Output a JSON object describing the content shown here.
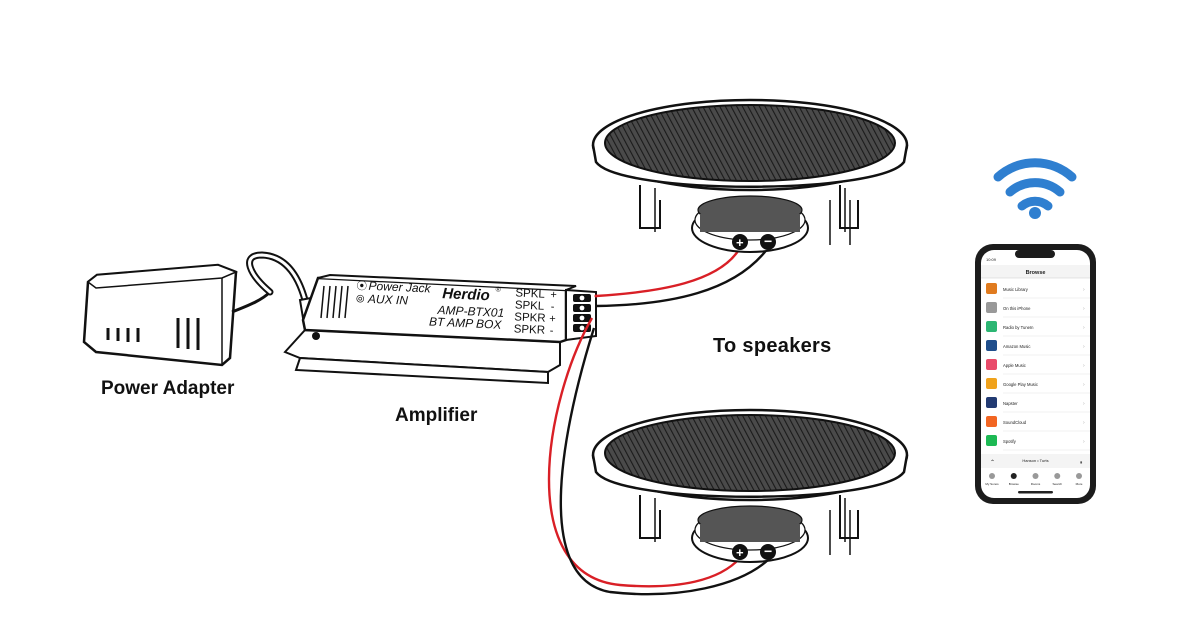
{
  "labels": {
    "power_adapter": "Power Adapter",
    "amplifier": "Amplifier",
    "to_speakers": "To  speakers"
  },
  "amplifier": {
    "brand": "Herdio",
    "power_jack": "Power Jack",
    "aux_in": "AUX IN",
    "model": "AMP-BTX01",
    "box": "BT AMP BOX",
    "ports": [
      {
        "name": "SPKL",
        "sign": "+"
      },
      {
        "name": "SPKL",
        "sign": "-"
      },
      {
        "name": "SPKR",
        "sign": "+"
      },
      {
        "name": "SPKR",
        "sign": "-"
      }
    ]
  },
  "phone": {
    "header": "Browse",
    "items": [
      "Music Library",
      "On this iPhone",
      "Radio by TuneIn",
      "Amazon Music",
      "Apple Music",
      "Google Play Music",
      "Napster",
      "SoundCloud",
      "Spotify"
    ],
    "now_playing": "Hanson • Turts",
    "tabs": [
      "My Sonos",
      "Browse",
      "Rooms",
      "Search",
      "More"
    ]
  },
  "colors": {
    "red_wire": "#d91f26",
    "black_wire": "#111111",
    "wifi": "#2f7fd0"
  }
}
